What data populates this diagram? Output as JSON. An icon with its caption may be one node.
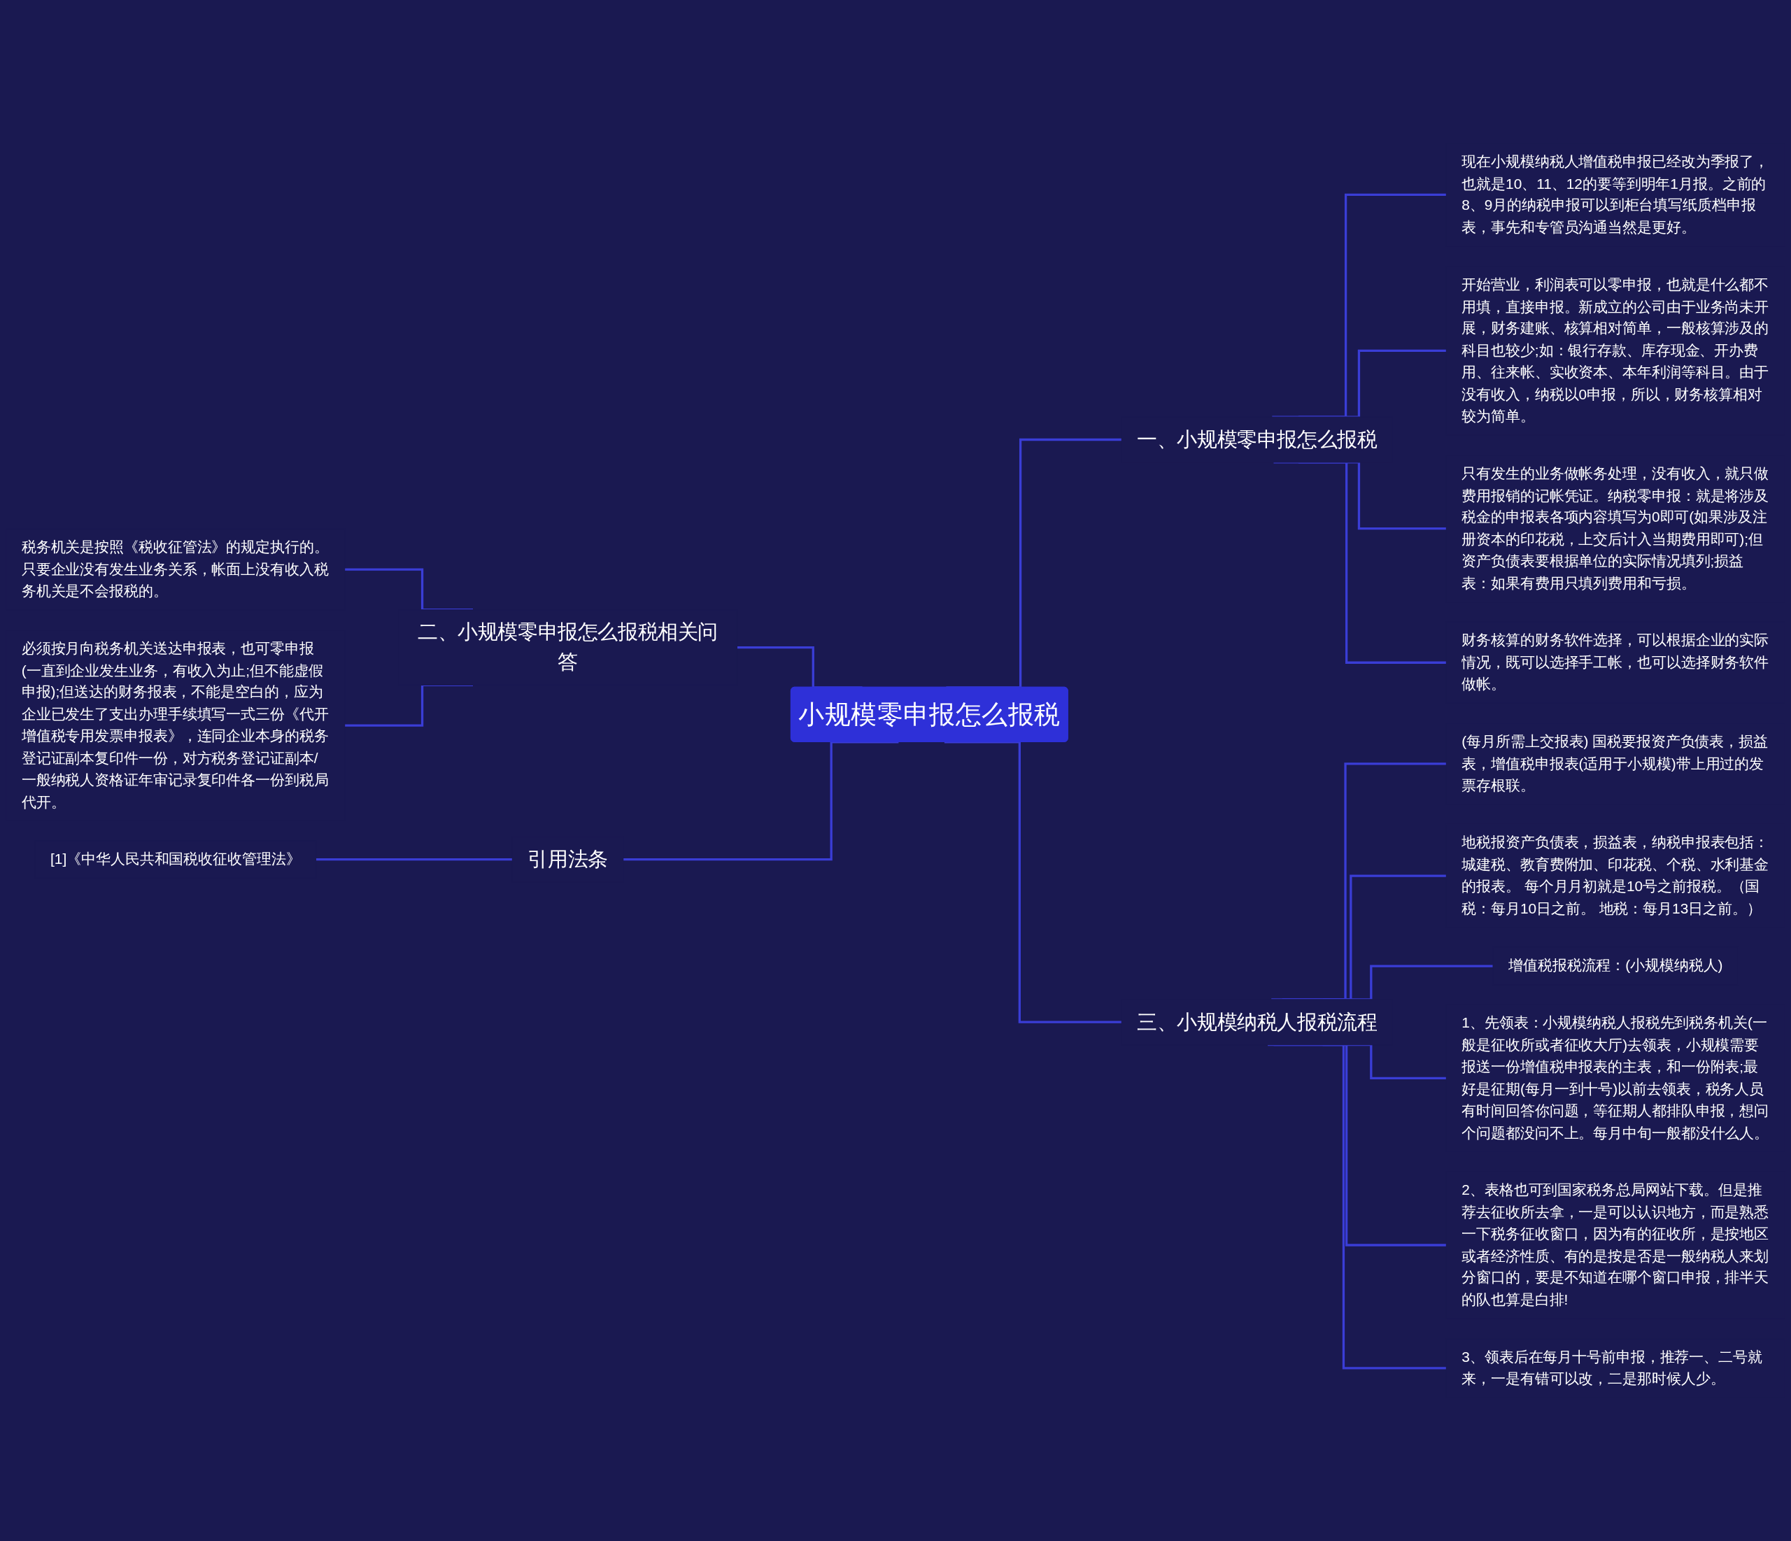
{
  "diagram": {
    "nodes": [
      {
        "text": [
          "小规模零申报怎么报税"
        ]
      },
      {
        "text": [
          "一、小规模零申报怎么报税"
        ]
      },
      {
        "text": [
          "现在小规模纳税人增值税申报已经改为季报了，也就是10、11、12的要等到明年1月报。之前的8、9月的纳税申报可以到柜台填写纸质档申报表，事先和专管员沟通当然是更好。"
        ]
      },
      {
        "text": [
          "开始营业，利润表可以零申报，也就是什么都不用填，直接申报。新成立的公司由于业务尚未开展，财务建账、核算相对简单，一般核算涉及的科目也较少;如：银行存款、库存现金、开办费用、往来帐、实收资本、本年利润等科目。由于没有收入，纳税以0申报，所以，财务核算相对较为简单。"
        ]
      },
      {
        "text": [
          "只有发生的业务做帐务处理，没有收入，就只做费用报销的记帐凭证。纳税零申报：就是将涉及税金的申报表各项内容填写为0即可(如果涉及注册资本的印花税，上交后计入当期费用即可);但资产负债表要根据单位的实际情况填列;损益表：如果有费用只填列费用和亏损。"
        ]
      },
      {
        "text": [
          "财务核算的财务软件选择，可以根据企业的实际情况，既可以选择手工帐，也可以选择财务软件做帐。"
        ]
      },
      {
        "text": [
          "二、小规模零申报怎么报税相关问答"
        ]
      },
      {
        "text": [
          "税务机关是按照《税收征管法》的规定执行的。只要企业没有发生业务关系，帐面上没有收入税务机关是不会报税的。"
        ]
      },
      {
        "text": [
          "必须按月向税务机关送达申报表，也可零申报(一直到企业发生业务，有收入为止;但不能虚假申报);但送达的财务报表，不能是空白的，应为企业已发生了支出办理手续填写一式三份《代开增值税专用发票申报表》，连同企业本身的税务登记证副本复印件一份，对方税务登记证副本/一般纳税人资格证年审记录复印件各一份到税局代开。"
        ]
      },
      {
        "text": [
          "三、小规模纳税人报税流程"
        ]
      },
      {
        "text": [
          "(每月所需上交报表) 国税要报资产负债表，损益表，增值税申报表(适用于小规模)带上用过的发票存根联。"
        ]
      },
      {
        "text": [
          "地税报资产负债表，损益表，纳税申报表包括：城建税、教育费附加、印花税、个税、水利基金的报表。 每个月月初就是10号之前报税。（国税：每月10日之前。 地税：每月13日之前。）"
        ]
      },
      {
        "text": [
          "增值税报税流程：(小规模纳税人)"
        ]
      },
      {
        "text": [
          "1、先领表：小规模纳税人报税先到税务机关(一般是征收所或者征收大厅)去领表，小规模需要报送一份增值税申报表的主表，和一份附表;最好是征期(每月一到十号)以前去领表，税务人员有时间回答你问题，等征期人都排队申报，想问个问题都没问不上。每月中旬一般都没什么人。"
        ]
      },
      {
        "text": [
          "2、表格也可到国家税务总局网站下载。但是推荐去征收所去拿，一是可以认识地方，而是熟悉一下税务征收窗口，因为有的征收所，是按地区或者经济性质、有的是按是否是一般纳税人来划分窗口的，要是不知道在哪个窗口申报，排半天的队也算是白排!"
        ]
      },
      {
        "text": [
          "3、领表后在每月十号前申报，推荐一、二号就来，一是有错可以改，二是那时候人少。"
        ]
      },
      {
        "text": [
          "引用法条"
        ]
      },
      {
        "text": [
          "[1]《中华人民共和国税收征收管理法》"
        ]
      }
    ],
    "edges": [
      {
        "from": 0,
        "to": 1,
        "arrow": "none"
      },
      {
        "from": 1,
        "to": 2,
        "arrow": "none"
      },
      {
        "from": 1,
        "to": 3,
        "arrow": "none"
      },
      {
        "from": 1,
        "to": 4,
        "arrow": "none"
      },
      {
        "from": 1,
        "to": 5,
        "arrow": "none"
      },
      {
        "from": 6,
        "to": 0,
        "arrow": "none"
      },
      {
        "from": 7,
        "to": 6,
        "arrow": "none"
      },
      {
        "from": 8,
        "to": 6,
        "arrow": "none"
      },
      {
        "from": 0,
        "to": 9,
        "arrow": "none"
      },
      {
        "from": 9,
        "to": 10,
        "arrow": "none"
      },
      {
        "from": 9,
        "to": 11,
        "arrow": "none"
      },
      {
        "from": 9,
        "to": 12,
        "arrow": "none"
      },
      {
        "from": 9,
        "to": 13,
        "arrow": "none"
      },
      {
        "from": 9,
        "to": 14,
        "arrow": "none"
      },
      {
        "from": 9,
        "to": 15,
        "arrow": "none"
      },
      {
        "from": 16,
        "to": 0,
        "arrow": "none"
      },
      {
        "from": 17,
        "to": 16,
        "arrow": "none"
      }
    ]
  }
}
